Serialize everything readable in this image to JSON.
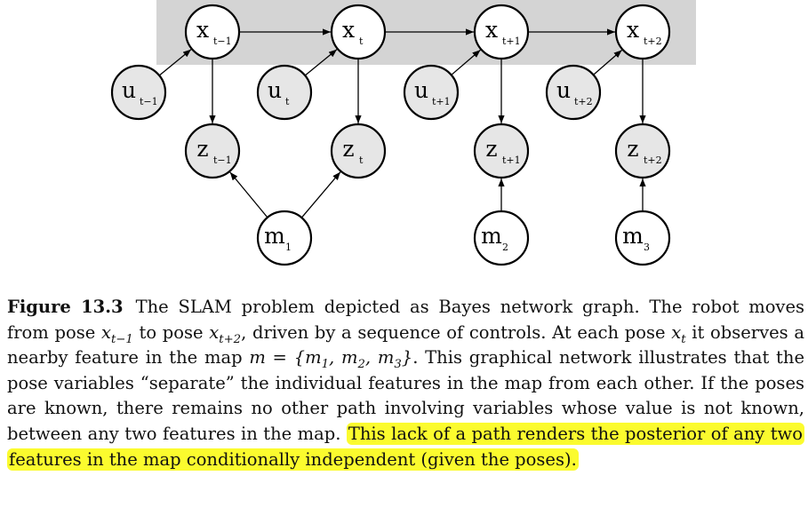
{
  "diagram": {
    "colors": {
      "band": "#d4d4d4",
      "state_fill": "#ffffff",
      "observed_fill": "#e6e6e6",
      "edge": "#000000",
      "highlight": "#fbfb2e"
    },
    "nodes": [
      {
        "id": "x_t-1",
        "base": "x",
        "sub": "t−1",
        "kind": "state"
      },
      {
        "id": "x_t",
        "base": "x",
        "sub": "t",
        "kind": "state"
      },
      {
        "id": "x_t+1",
        "base": "x",
        "sub": "t+1",
        "kind": "state"
      },
      {
        "id": "x_t+2",
        "base": "x",
        "sub": "t+2",
        "kind": "state"
      },
      {
        "id": "u_t-1",
        "base": "u",
        "sub": "t−1",
        "kind": "observed"
      },
      {
        "id": "u_t",
        "base": "u",
        "sub": "t",
        "kind": "observed"
      },
      {
        "id": "u_t+1",
        "base": "u",
        "sub": "t+1",
        "kind": "observed"
      },
      {
        "id": "u_t+2",
        "base": "u",
        "sub": "t+2",
        "kind": "observed"
      },
      {
        "id": "z_t-1",
        "base": "z",
        "sub": "t−1",
        "kind": "observed"
      },
      {
        "id": "z_t",
        "base": "z",
        "sub": "t",
        "kind": "observed"
      },
      {
        "id": "z_t+1",
        "base": "z",
        "sub": "t+1",
        "kind": "observed"
      },
      {
        "id": "z_t+2",
        "base": "z",
        "sub": "t+2",
        "kind": "observed"
      },
      {
        "id": "m_1",
        "base": "m",
        "sub": "1",
        "kind": "state"
      },
      {
        "id": "m_2",
        "base": "m",
        "sub": "2",
        "kind": "state"
      },
      {
        "id": "m_3",
        "base": "m",
        "sub": "3",
        "kind": "state"
      }
    ],
    "edges": [
      [
        "x_t-1",
        "x_t"
      ],
      [
        "x_t",
        "x_t+1"
      ],
      [
        "x_t+1",
        "x_t+2"
      ],
      [
        "u_t-1",
        "x_t-1"
      ],
      [
        "u_t",
        "x_t"
      ],
      [
        "u_t+1",
        "x_t+1"
      ],
      [
        "u_t+2",
        "x_t+2"
      ],
      [
        "x_t-1",
        "z_t-1"
      ],
      [
        "x_t",
        "z_t"
      ],
      [
        "x_t+1",
        "z_t+1"
      ],
      [
        "x_t+2",
        "z_t+2"
      ],
      [
        "m_1",
        "z_t-1"
      ],
      [
        "m_1",
        "z_t"
      ],
      [
        "m_2",
        "z_t+1"
      ],
      [
        "m_3",
        "z_t+2"
      ]
    ]
  },
  "caption": {
    "label": "Figure 13.3",
    "part1": "The SLAM problem depicted as Bayes network graph. The robot moves from pose ",
    "math1_base": "x",
    "math1_sub": "t−1",
    "part2": " to pose ",
    "math2_base": "x",
    "math2_sub": "t+2",
    "part3": ", driven by a sequence of controls.  At each pose ",
    "math3_base": "x",
    "math3_sub": "t",
    "part4": " it observes a nearby feature in the map ",
    "math4": "m = {m",
    "math4_s1": "1",
    "math4_mid1": ", m",
    "math4_s2": "2",
    "math4_mid2": ", m",
    "math4_s3": "3",
    "math4_end": "}",
    "part5": ".  This graphical network illustrates that the pose variables “separate” the individual features in the map from each other. If the poses are known, there remains no other path involving variables whose value is not known, between any two features in the map. ",
    "highlighted": "This lack of a path renders the posterior of any two features in the map conditionally independent (given the poses)."
  }
}
